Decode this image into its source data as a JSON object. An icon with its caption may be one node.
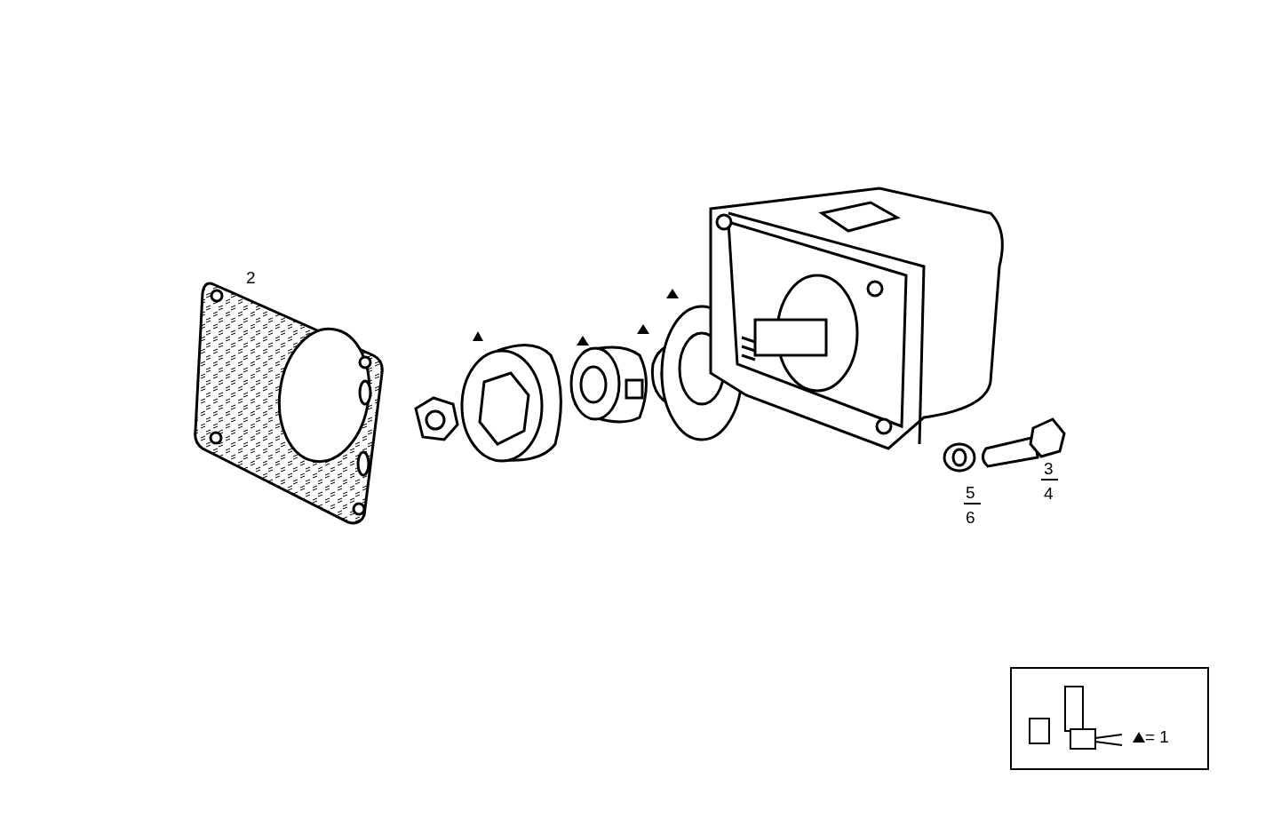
{
  "diagram": {
    "labels": [
      "2",
      "3",
      "4",
      "5",
      "6"
    ],
    "legend": [
      {
        "text": "= 1"
      }
    ]
  }
}
